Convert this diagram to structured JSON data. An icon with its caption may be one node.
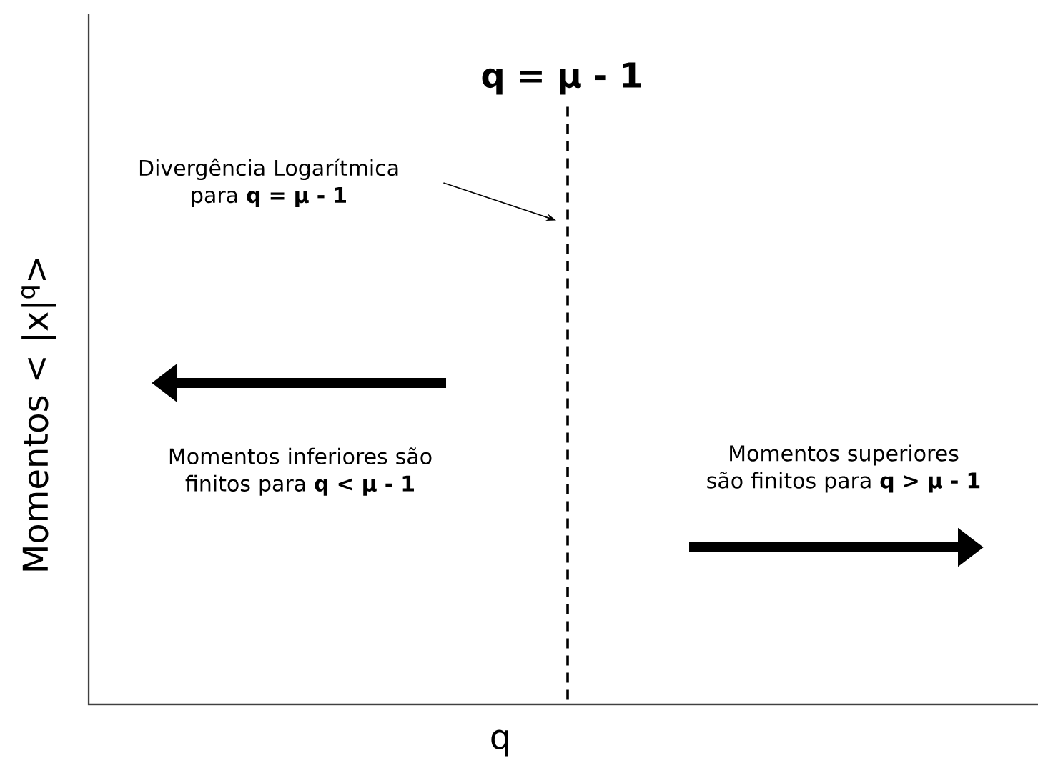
{
  "diagram": {
    "nodes": [
      {
        "text": [
          "Divergência Logarítmica para **q = μ - 1**"
        ]
      },
      {
        "text": [],
        "shape": "line"
      }
    ],
    "edges": [
      {
        "from": 0,
        "to": 1,
        "arrow": "to"
      }
    ],
    "labels": [
      "q = μ - 1",
      "Momentos inferiores são finitos para **q < μ - 1**",
      "Momentos superiores são finitos para **q > μ - 1**",
      "q",
      "Momentos < |x|$^{q}$>"
    ]
  }
}
